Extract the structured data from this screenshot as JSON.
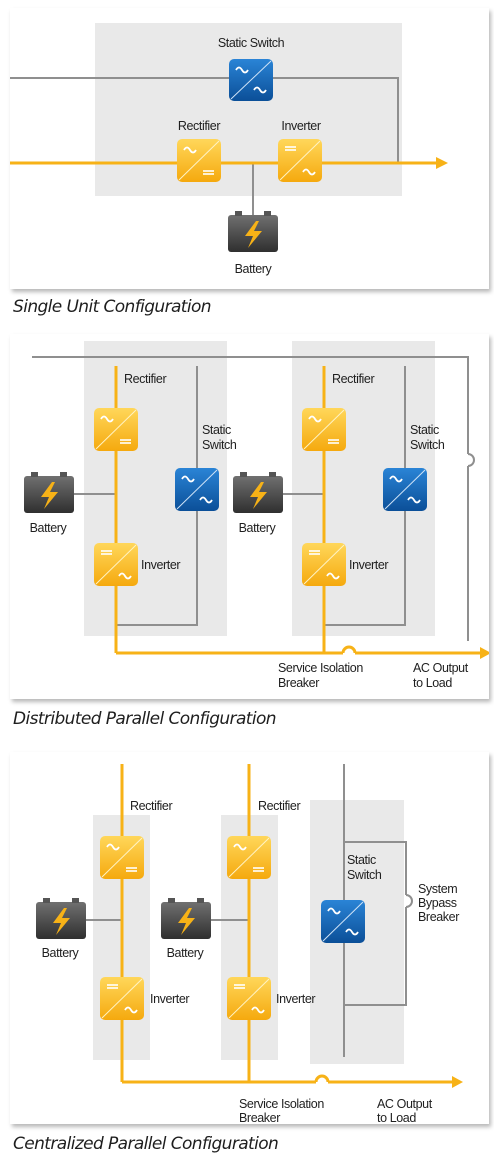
{
  "colors": {
    "power_line": "#f7b217",
    "bypass_line": "#8f8f8f",
    "module_bg": "#e9e9e9",
    "rectifier_inverter_fill": "#fbbd1a",
    "static_switch_fill": "#1565b3",
    "battery_fill": "#4b4b4b"
  },
  "icons": {
    "rectifier": "ac-to-dc-module-icon",
    "inverter": "dc-to-ac-module-icon",
    "static_switch": "ac-switch-module-icon",
    "battery": "battery-bolt-icon",
    "breaker": "breaker-arc-icon"
  },
  "single": {
    "caption": "Single Unit Configuration",
    "static_switch": "Static Switch",
    "rectifier": "Rectifier",
    "inverter": "Inverter",
    "battery": "Battery"
  },
  "distributed": {
    "caption": "Distributed Parallel Configuration",
    "rectifier": "Rectifier",
    "static_switch_1": "Static",
    "static_switch_2": "Switch",
    "battery": "Battery",
    "inverter": "Inverter",
    "service_isolation_1": "Service Isolation",
    "service_isolation_2": "Breaker",
    "ac_output_1": "AC Output",
    "ac_output_2": "to Load"
  },
  "centralized": {
    "caption": "Centralized Parallel Configuration",
    "rectifier": "Rectifier",
    "battery": "Battery",
    "inverter": "Inverter",
    "static_switch_1": "Static",
    "static_switch_2": "Switch",
    "system_bypass_1": "System",
    "system_bypass_2": "Bypass",
    "system_bypass_3": "Breaker",
    "service_isolation_1": "Service Isolation",
    "service_isolation_2": "Breaker",
    "ac_output_1": "AC Output",
    "ac_output_2": "to Load"
  }
}
